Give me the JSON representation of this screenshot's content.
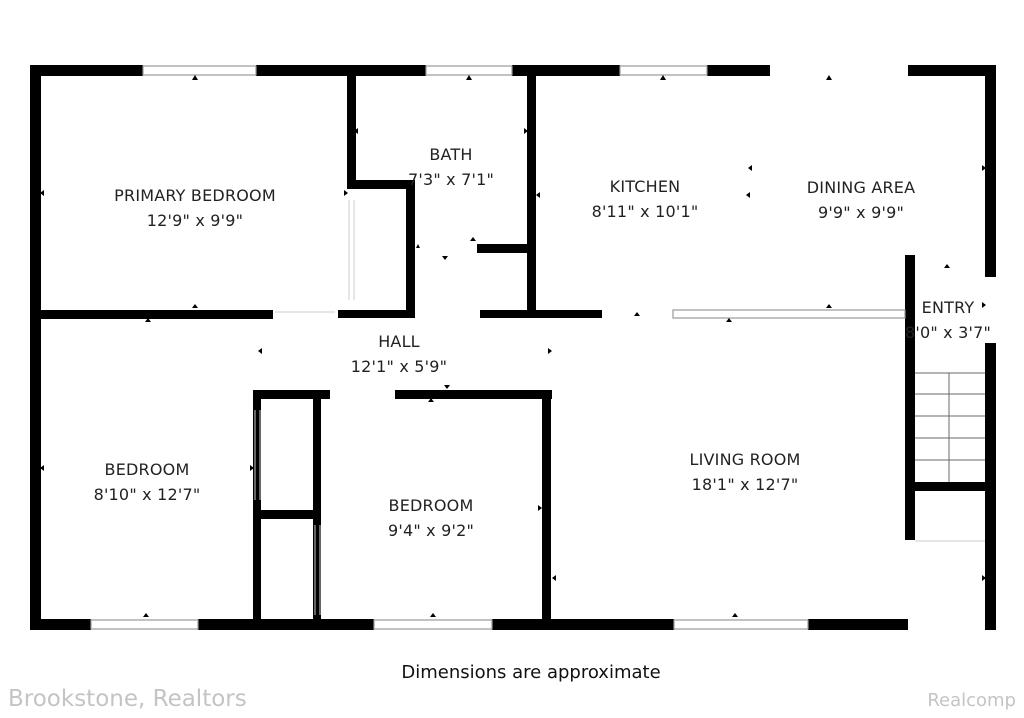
{
  "rooms": [
    {
      "name": "PRIMARY BEDROOM",
      "dims": "12'9\" x 9'9\""
    },
    {
      "name": "BATH",
      "dims": "7'3\" x 7'1\""
    },
    {
      "name": "KITCHEN",
      "dims": "8'11\" x 10'1\""
    },
    {
      "name": "DINING AREA",
      "dims": "9'9\" x 9'9\""
    },
    {
      "name": "ENTRY",
      "dims": "8'0\" x 3'7\""
    },
    {
      "name": "HALL",
      "dims": "12'1\" x 5'9\""
    },
    {
      "name": "BEDROOM",
      "dims": "8'10\" x 12'7\""
    },
    {
      "name": "BEDROOM",
      "dims": "9'4\" x 9'2\""
    },
    {
      "name": "LIVING ROOM",
      "dims": "18'1\" x 12'7\""
    }
  ],
  "note": "Dimensions are approximate",
  "branding": {
    "left": "Brookstone, Realtors",
    "right": "Realcomp"
  },
  "colors": {
    "wall": "#000000",
    "window": "#bbbbbb",
    "text": "#222222",
    "watermark": "#c4c4c4"
  }
}
